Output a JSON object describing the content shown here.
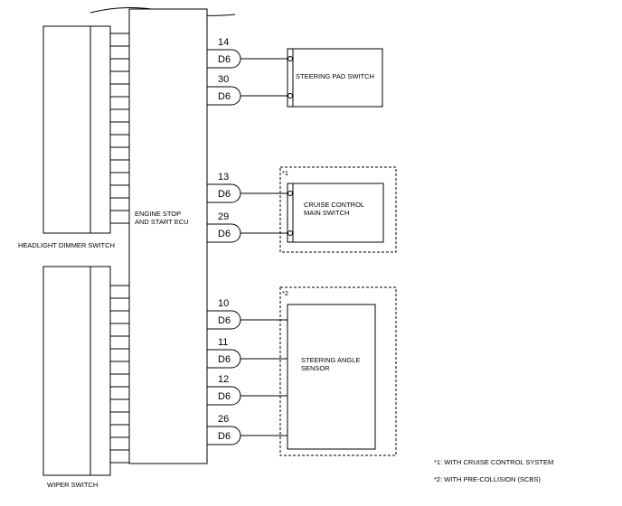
{
  "ecu": {
    "label_lines": [
      "ENGINE STOP",
      "AND START ECU"
    ]
  },
  "switches": {
    "headlight_dimmer": "HEADLIGHT DIMMER SWITCH",
    "wiper": "WIPER SWITCH"
  },
  "connectors": [
    {
      "pin": "14",
      "code": "D6"
    },
    {
      "pin": "30",
      "code": "D6"
    },
    {
      "pin": "13",
      "code": "D6"
    },
    {
      "pin": "29",
      "code": "D6"
    },
    {
      "pin": "10",
      "code": "D6"
    },
    {
      "pin": "11",
      "code": "D6"
    },
    {
      "pin": "12",
      "code": "D6"
    },
    {
      "pin": "26",
      "code": "D6"
    }
  ],
  "components": {
    "steering_pad": "STEERING PAD SWITCH",
    "cruise_control_lines": [
      "CRUISE CONTROL",
      "MAIN SWITCH"
    ],
    "steering_angle_lines": [
      "STEERING ANGLE",
      "SENSOR"
    ]
  },
  "group_marks": {
    "cruise": "*1",
    "precollision": "*2"
  },
  "notes": [
    "*1: WITH CRUISE CONTROL SYSTEM",
    "*2: WITH PRE-COLLISION (SCBS)"
  ]
}
